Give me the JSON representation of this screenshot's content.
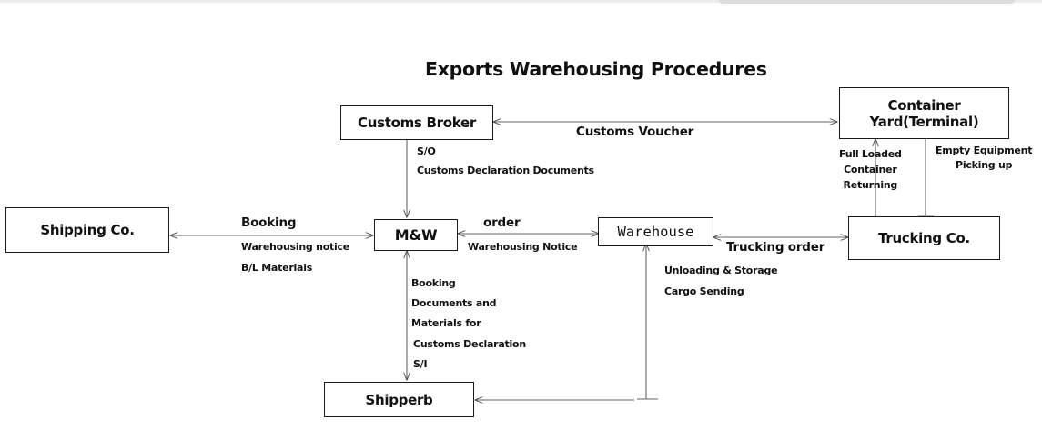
{
  "diagram": {
    "title": "Exports Warehousing Procedures",
    "nodes": {
      "customs_broker": "Customs Broker",
      "container_yard": "Container\nYard(Terminal)",
      "shipping_co": "Shipping Co.",
      "mw": "M&W",
      "warehouse": "Warehouse",
      "trucking_co": "Trucking Co.",
      "shipper": "Shipperb"
    },
    "edge_labels": {
      "customs_voucher": "Customs Voucher",
      "so": "S/O",
      "customs_declaration_documents": "Customs Declaration Documents",
      "full_loaded_container_returning": "Full Loaded\nContainer\nReturning",
      "empty_equipment_picking_up": "Empty Equipment\nPicking up",
      "booking": "Booking",
      "warehousing_notice": "Warehousing notice",
      "bl_materials": "B/L Materials",
      "order": "order",
      "warehousing_notice_2": "Warehousing Notice",
      "trucking_order": "Trucking order",
      "unloading_storage": "Unloading & Storage",
      "cargo_sending": "Cargo Sending",
      "booking_2": "Booking",
      "documents_and": "Documents and",
      "materials_for": "Materials for",
      "customs_declaration": "Customs Declaration",
      "si": "S/I"
    }
  }
}
